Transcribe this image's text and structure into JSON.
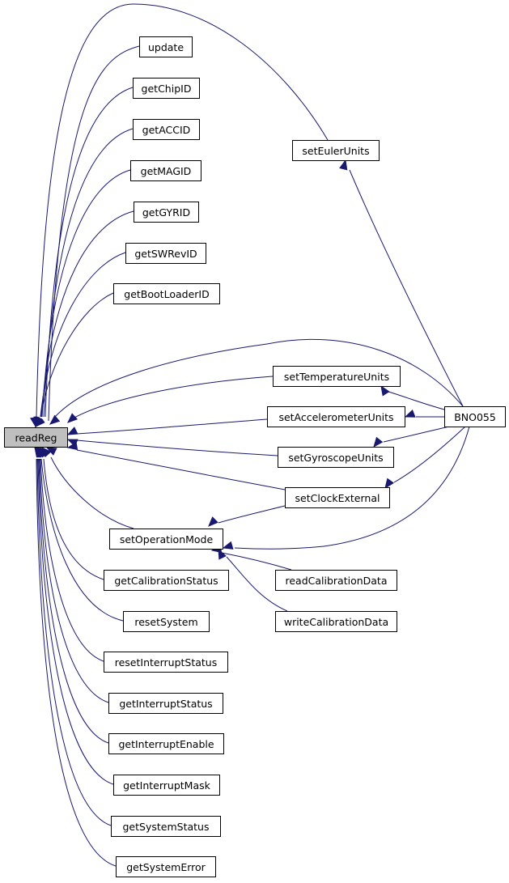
{
  "graph": {
    "colors": {
      "edge": "#191970",
      "node_border": "#000000",
      "node_fill": "#ffffff",
      "root_fill": "#bfbfbf"
    },
    "nodes": [
      {
        "id": "readReg",
        "label": "readReg",
        "root": true
      },
      {
        "id": "update",
        "label": "update"
      },
      {
        "id": "getChipID",
        "label": "getChipID"
      },
      {
        "id": "getACCID",
        "label": "getACCID"
      },
      {
        "id": "getMAGID",
        "label": "getMAGID"
      },
      {
        "id": "getGYRID",
        "label": "getGYRID"
      },
      {
        "id": "getSWRevID",
        "label": "getSWRevID"
      },
      {
        "id": "getBootLoaderID",
        "label": "getBootLoaderID"
      },
      {
        "id": "setEulerUnits",
        "label": "setEulerUnits"
      },
      {
        "id": "setTemperatureUnits",
        "label": "setTemperatureUnits"
      },
      {
        "id": "setAccelerometerUnits",
        "label": "setAccelerometerUnits"
      },
      {
        "id": "setGyroscopeUnits",
        "label": "setGyroscopeUnits"
      },
      {
        "id": "setClockExternal",
        "label": "setClockExternal"
      },
      {
        "id": "BNO055",
        "label": "BNO055"
      },
      {
        "id": "setOperationMode",
        "label": "setOperationMode"
      },
      {
        "id": "getCalibrationStatus",
        "label": "getCalibrationStatus"
      },
      {
        "id": "readCalibrationData",
        "label": "readCalibrationData"
      },
      {
        "id": "writeCalibrationData",
        "label": "writeCalibrationData"
      },
      {
        "id": "resetSystem",
        "label": "resetSystem"
      },
      {
        "id": "resetInterruptStatus",
        "label": "resetInterruptStatus"
      },
      {
        "id": "getInterruptStatus",
        "label": "getInterruptStatus"
      },
      {
        "id": "getInterruptEnable",
        "label": "getInterruptEnable"
      },
      {
        "id": "getInterruptMask",
        "label": "getInterruptMask"
      },
      {
        "id": "getSystemStatus",
        "label": "getSystemStatus"
      },
      {
        "id": "getSystemError",
        "label": "getSystemError"
      }
    ],
    "edges": [
      {
        "from": "update",
        "to": "readReg"
      },
      {
        "from": "getChipID",
        "to": "readReg"
      },
      {
        "from": "getACCID",
        "to": "readReg"
      },
      {
        "from": "getMAGID",
        "to": "readReg"
      },
      {
        "from": "getGYRID",
        "to": "readReg"
      },
      {
        "from": "getSWRevID",
        "to": "readReg"
      },
      {
        "from": "getBootLoaderID",
        "to": "readReg"
      },
      {
        "from": "setEulerUnits",
        "to": "readReg"
      },
      {
        "from": "BNO055",
        "to": "readReg"
      },
      {
        "from": "setTemperatureUnits",
        "to": "readReg"
      },
      {
        "from": "setAccelerometerUnits",
        "to": "readReg"
      },
      {
        "from": "setGyroscopeUnits",
        "to": "readReg"
      },
      {
        "from": "setClockExternal",
        "to": "readReg"
      },
      {
        "from": "setOperationMode",
        "to": "readReg"
      },
      {
        "from": "getCalibrationStatus",
        "to": "readReg"
      },
      {
        "from": "resetSystem",
        "to": "readReg"
      },
      {
        "from": "resetInterruptStatus",
        "to": "readReg"
      },
      {
        "from": "getInterruptStatus",
        "to": "readReg"
      },
      {
        "from": "getInterruptEnable",
        "to": "readReg"
      },
      {
        "from": "getInterruptMask",
        "to": "readReg"
      },
      {
        "from": "getSystemStatus",
        "to": "readReg"
      },
      {
        "from": "getSystemError",
        "to": "readReg"
      },
      {
        "from": "BNO055",
        "to": "setEulerUnits"
      },
      {
        "from": "BNO055",
        "to": "setTemperatureUnits"
      },
      {
        "from": "BNO055",
        "to": "setAccelerometerUnits"
      },
      {
        "from": "BNO055",
        "to": "setGyroscopeUnits"
      },
      {
        "from": "BNO055",
        "to": "setClockExternal"
      },
      {
        "from": "BNO055",
        "to": "setOperationMode"
      },
      {
        "from": "setClockExternal",
        "to": "setOperationMode"
      },
      {
        "from": "readCalibrationData",
        "to": "setOperationMode"
      },
      {
        "from": "writeCalibrationData",
        "to": "setOperationMode"
      }
    ]
  }
}
